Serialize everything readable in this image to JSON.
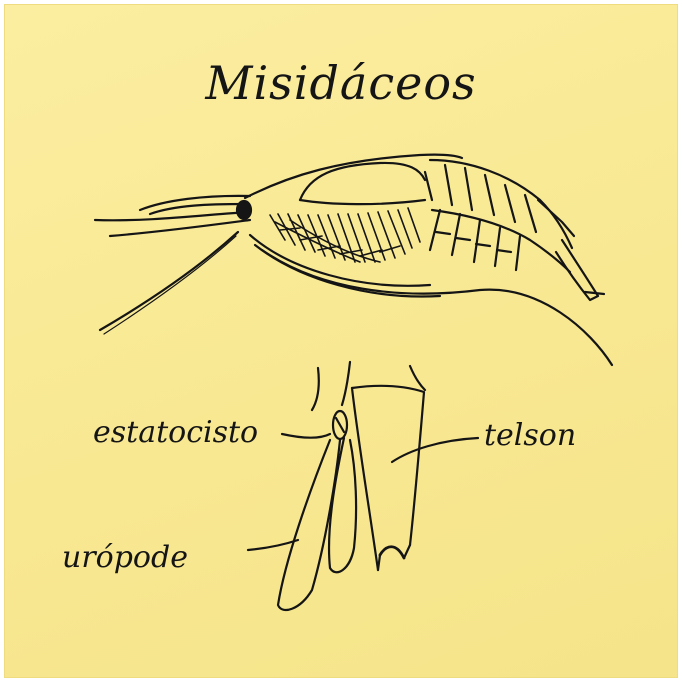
{
  "title": "Misidáceos",
  "labels": {
    "statocyst": "estatocisto",
    "telson": "telson",
    "uropod": "urópode"
  },
  "colors": {
    "paper": "#f8e892",
    "ink": "#151515"
  }
}
